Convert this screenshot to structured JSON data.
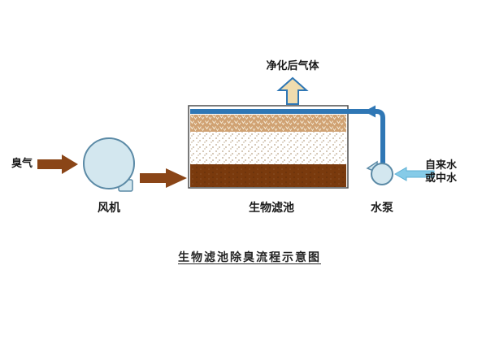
{
  "diagram": {
    "title": "生物滤池除臭流程示意图",
    "nodes": {
      "odor_label": "臭气",
      "fan_label": "风机",
      "biofilter_label": "生物滤池",
      "pump_label": "水泵",
      "purified_gas_label": "净化后气体",
      "water_source_line1": "自来水",
      "water_source_line2": "或中水"
    },
    "colors": {
      "arrow_brown": "#8a4517",
      "pipe_blue": "#2f77b5",
      "fan_fill": "#d3e7ef",
      "fan_stroke": "#5b8aa6",
      "up_arrow_fill": "#f0dcae",
      "spray_layer": "#d0a273",
      "spray_mark": "#f6ecd9",
      "stipple_dot": "#b9a284",
      "bottom_layer": "#7a3a0d",
      "cyan_arrow": "#86cbe8",
      "cyan_arrow_stroke": "#5fb0d4",
      "tank_stroke": "#4d4d4d"
    }
  }
}
